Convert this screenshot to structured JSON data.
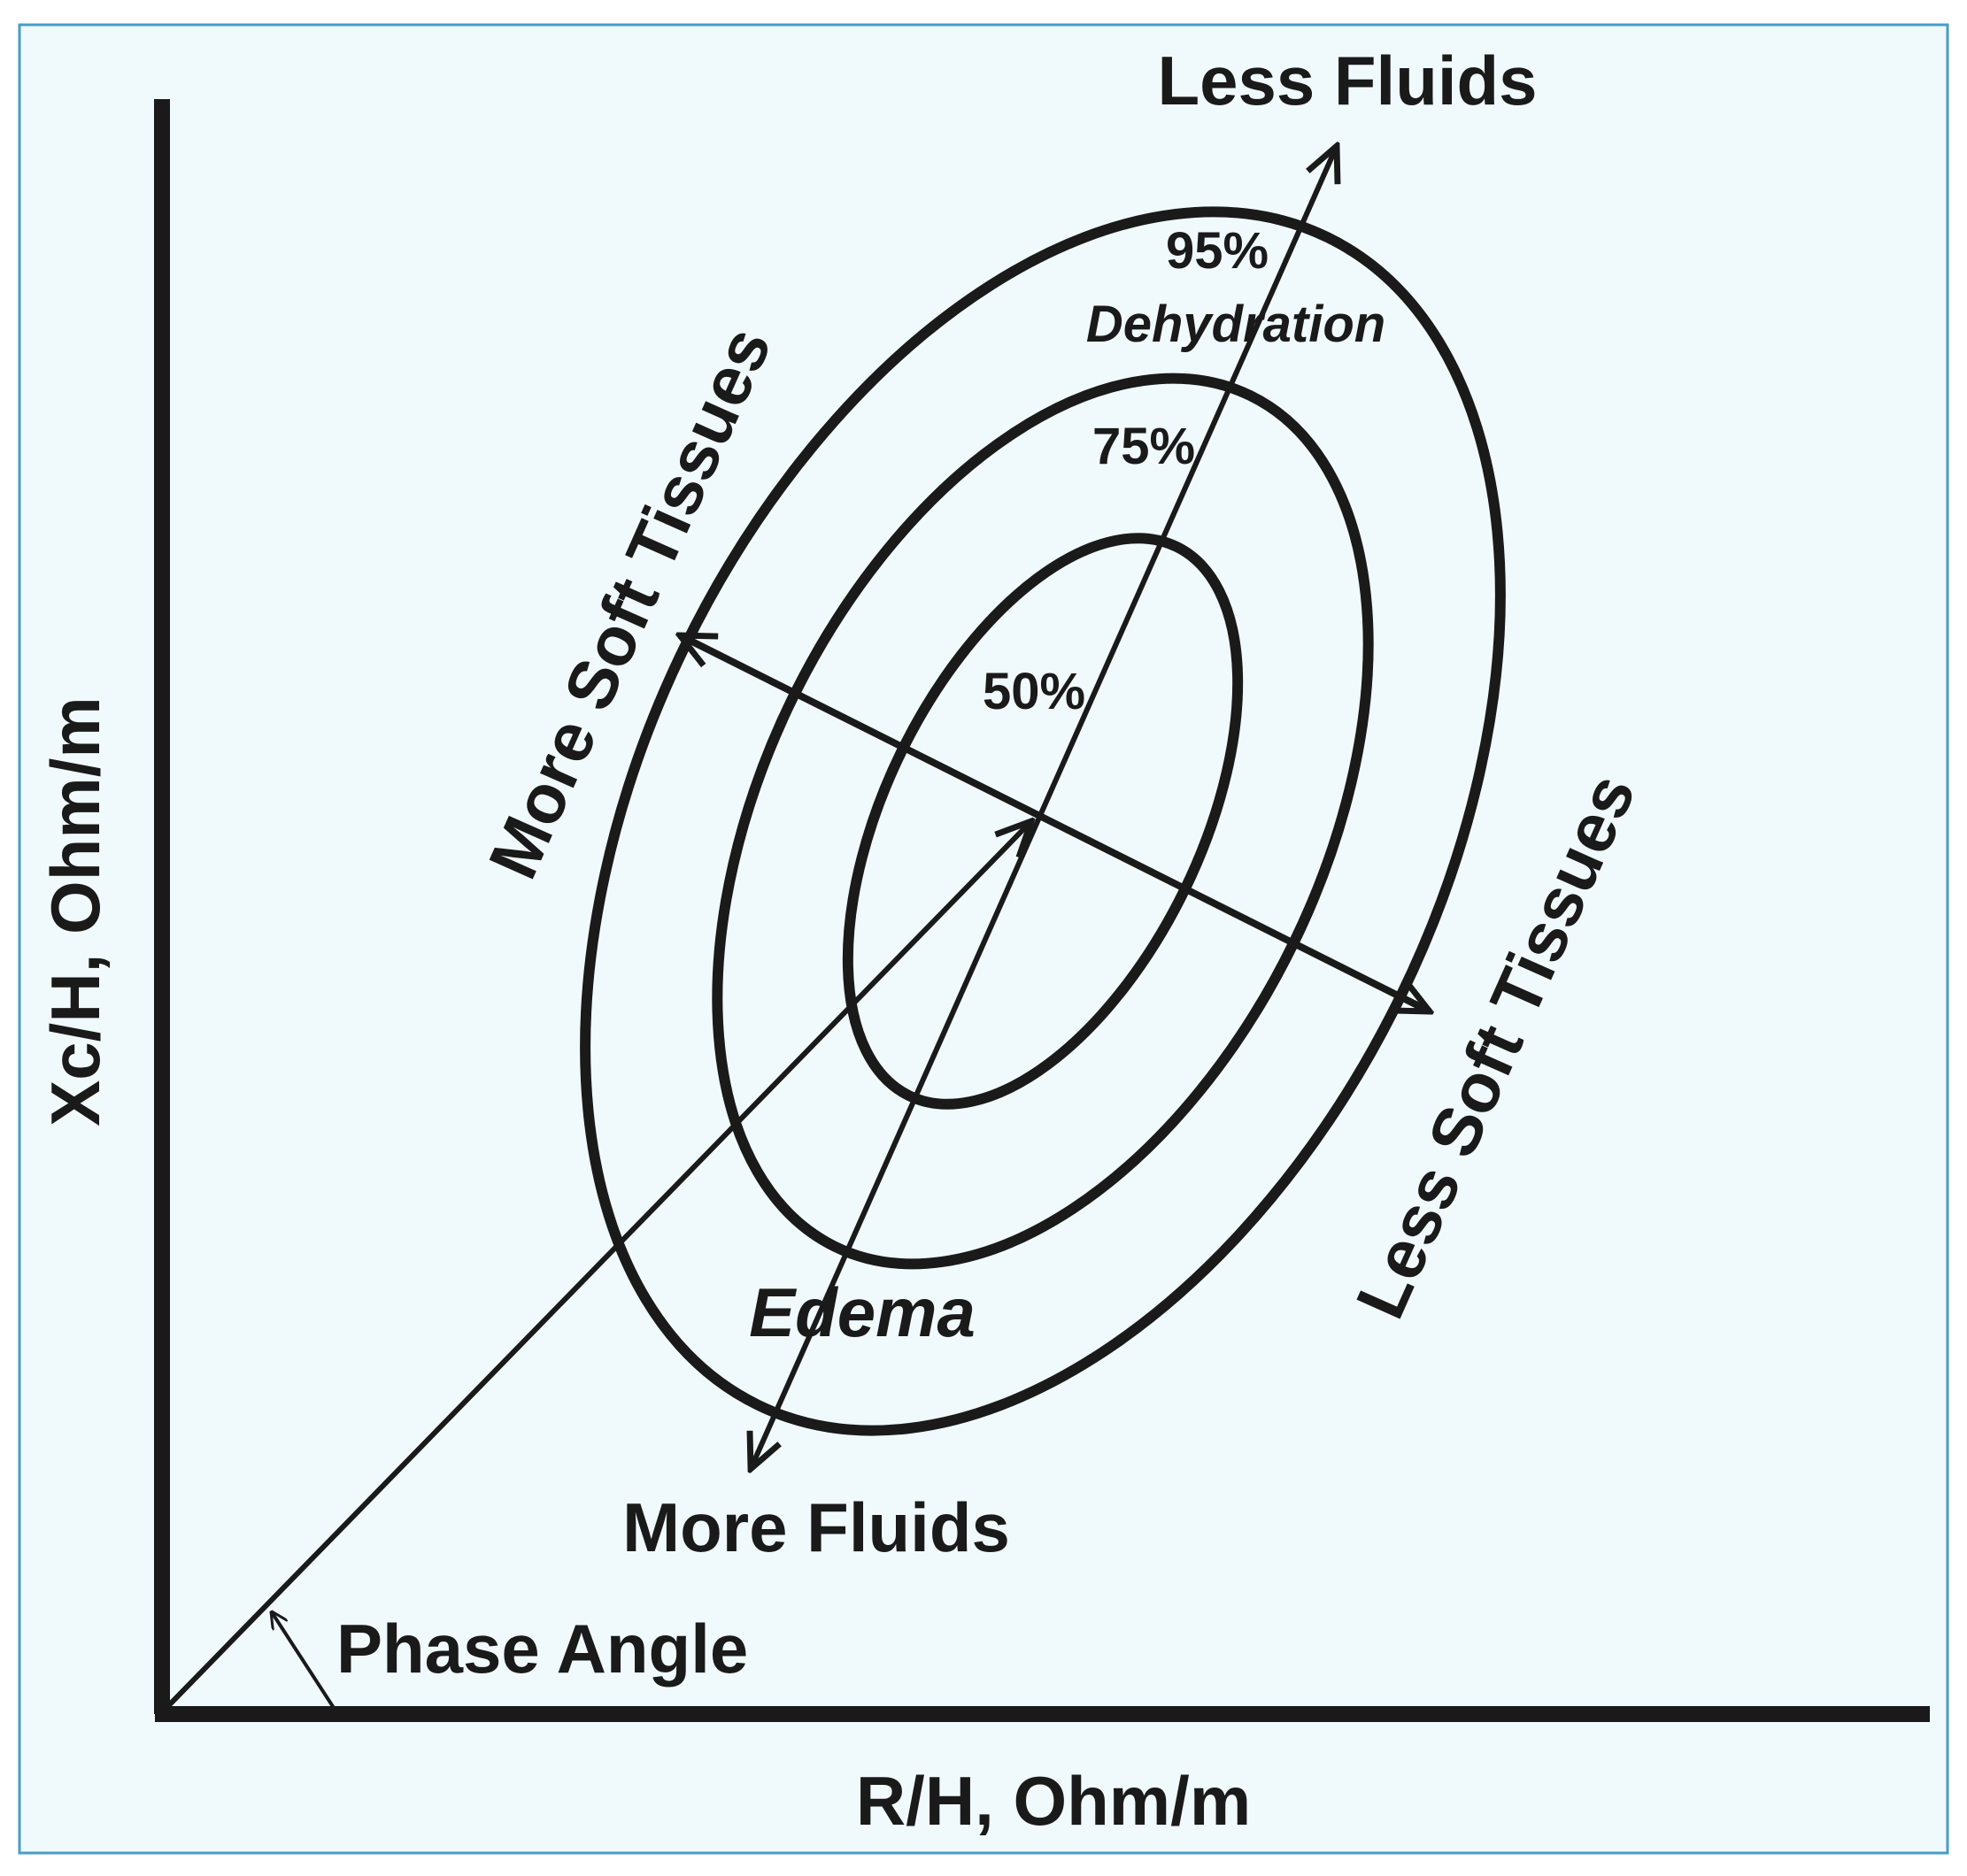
{
  "colors": {
    "background": "#f0fafd",
    "frame": "#4a9cc4",
    "ink": "#1a1a1a"
  },
  "axes": {
    "x_label": "R/H, Ohm/m",
    "y_label": "Xc/H, Ohm/m"
  },
  "labels": {
    "less_fluids": "Less Fluids",
    "more_fluids": "More Fluids",
    "more_soft_tissues": "More Soft Tissues",
    "less_soft_tissues": "Less Soft Tissues",
    "phase_angle": "Phase Angle",
    "dehydration": "Dehydration",
    "edema": "Edema"
  },
  "tolerance_ellipses": [
    {
      "label": "50%"
    },
    {
      "label": "75%"
    },
    {
      "label": "95%"
    }
  ]
}
